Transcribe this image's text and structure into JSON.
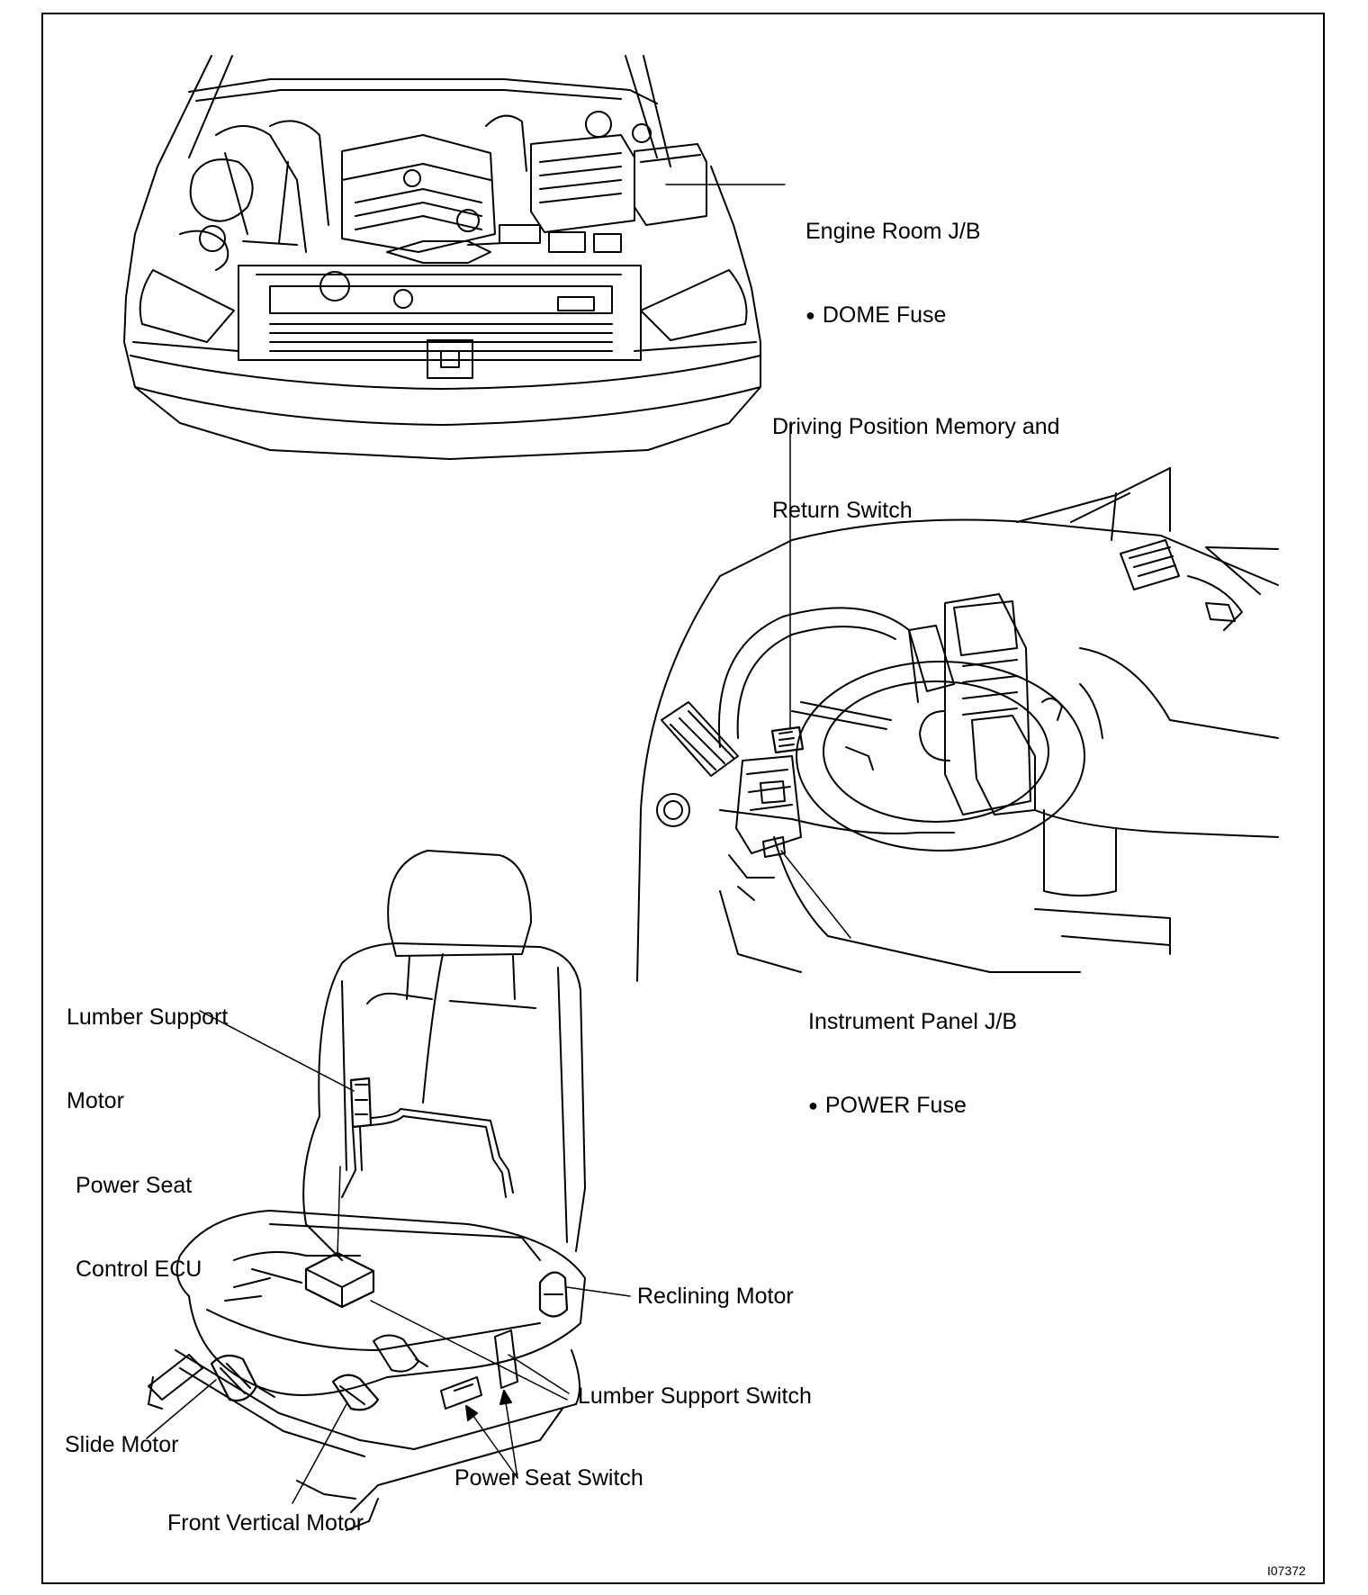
{
  "labels": {
    "engine_room_jb": "Engine Room J/B",
    "dome_fuse": "DOME Fuse",
    "driving_position_switch_line1": "Driving Position Memory and",
    "driving_position_switch_line2": "Return Switch",
    "instrument_panel_jb": "Instrument Panel J/B",
    "power_fuse": "POWER Fuse",
    "lumber_support_motor_line1": "Lumber Support",
    "lumber_support_motor_line2": "Motor",
    "power_seat_ecu_line1": "Power Seat",
    "power_seat_ecu_line2": "Control ECU",
    "reclining_motor": "Reclining Motor",
    "lumber_support_switch": "Lumber Support Switch",
    "slide_motor": "Slide Motor",
    "power_seat_switch": "Power Seat Switch",
    "front_vertical_motor": "Front Vertical Motor"
  },
  "figure_id": "I07372",
  "colors": {
    "line": "#000000",
    "background": "#ffffff"
  }
}
